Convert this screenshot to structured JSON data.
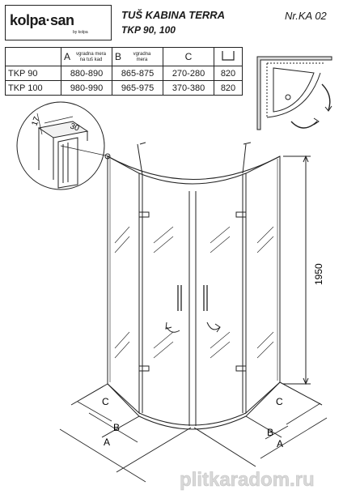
{
  "brand": {
    "logo": "kolpa·san",
    "logo_sub": "by kolpa"
  },
  "header": {
    "title": "TUŠ KABINA TERRA",
    "subtitle": "TKP 90, 100",
    "code": "Nr.KA 02"
  },
  "table": {
    "columns": [
      {
        "letter": "A",
        "sub": "vgradna mera na tuš kad"
      },
      {
        "letter": "B",
        "sub": "vgradna mera"
      },
      {
        "letter": "C",
        "sub": ""
      },
      {
        "letter": "",
        "sub": ""
      }
    ],
    "rows": [
      {
        "model": "TKP 90",
        "a": "880-890",
        "b": "865-875",
        "c": "270-280",
        "h": "820"
      },
      {
        "model": "TKP 100",
        "a": "980-990",
        "b": "965-975",
        "c": "370-380",
        "h": "820"
      }
    ]
  },
  "drawing": {
    "profile_w": "30",
    "profile_d": "17",
    "height": "1950",
    "label_a": "A",
    "label_b": "B",
    "label_c": "C"
  },
  "watermark": "plitkaradom.ru"
}
